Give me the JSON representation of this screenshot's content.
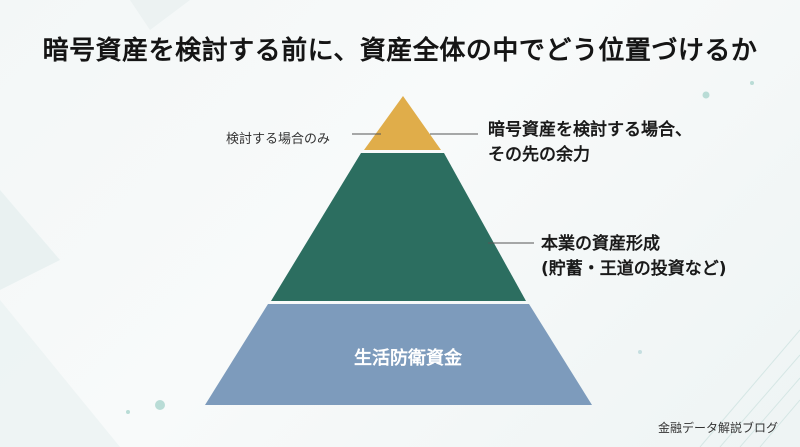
{
  "title": "暗号資産を検討する前に、資産全体の中でどう位置づけるか",
  "pyramid": {
    "top": {
      "side_note": "検討する場合のみ",
      "line1": "暗号資産を検討する場合、",
      "line2": "その先の余力",
      "color": "#e0ad4a"
    },
    "middle": {
      "line1": "本業の資産形成",
      "line2": "(貯蓄・王道の投資など)",
      "color": "#2c6e60"
    },
    "base": {
      "label": "生活防衛資金",
      "color": "#7d9bbc"
    }
  },
  "footer": "金融データ解説ブログ"
}
